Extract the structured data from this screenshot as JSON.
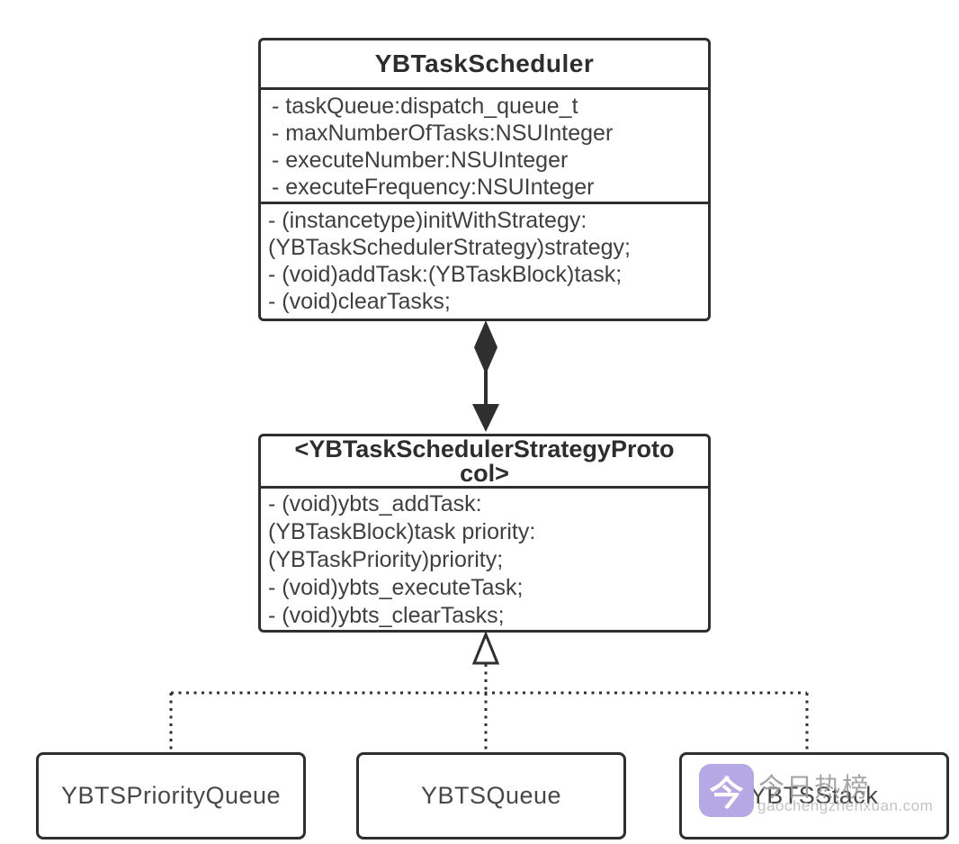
{
  "classes": {
    "scheduler": {
      "title": "YBTaskScheduler",
      "attributes": [
        "- taskQueue:dispatch_queue_t",
        "- maxNumberOfTasks:NSUInteger",
        "- executeNumber:NSUInteger",
        "- executeFrequency:NSUInteger"
      ],
      "method_lines": [
        "- (instancetype)initWithStrategy:",
        "(YBTaskSchedulerStrategy)strategy;",
        "- (void)addTask:(YBTaskBlock)task;",
        "- (void)clearTasks;"
      ]
    },
    "protocol": {
      "title": "<YBTaskSchedulerStrategyProtocol>",
      "title_lines": [
        "<YBTaskSchedulerStrategyProto",
        "col>"
      ],
      "method_lines": [
        "- (void)ybts_addTask:",
        "(YBTaskBlock)task priority:",
        "(YBTaskPriority)priority;",
        "- (void)ybts_executeTask;",
        "- (void)ybts_clearTasks;"
      ]
    },
    "implementations": [
      "YBTSPriorityQueue",
      "YBTSQueue",
      "YBTSStack"
    ]
  },
  "relationships": {
    "composition": "filled-diamond with arrow from YBTaskScheduler to protocol",
    "realization": "dashed lines with hollow triangle from implementations to protocol"
  },
  "watermark": {
    "icon_char": "今",
    "icon_color": "#b3a4e4",
    "brand": "今日热榜",
    "url": "gaochengzhenxuan.com"
  },
  "colors": {
    "border": "#2f2f2f",
    "text": "#3f3f3f",
    "background": "#ffffff"
  }
}
